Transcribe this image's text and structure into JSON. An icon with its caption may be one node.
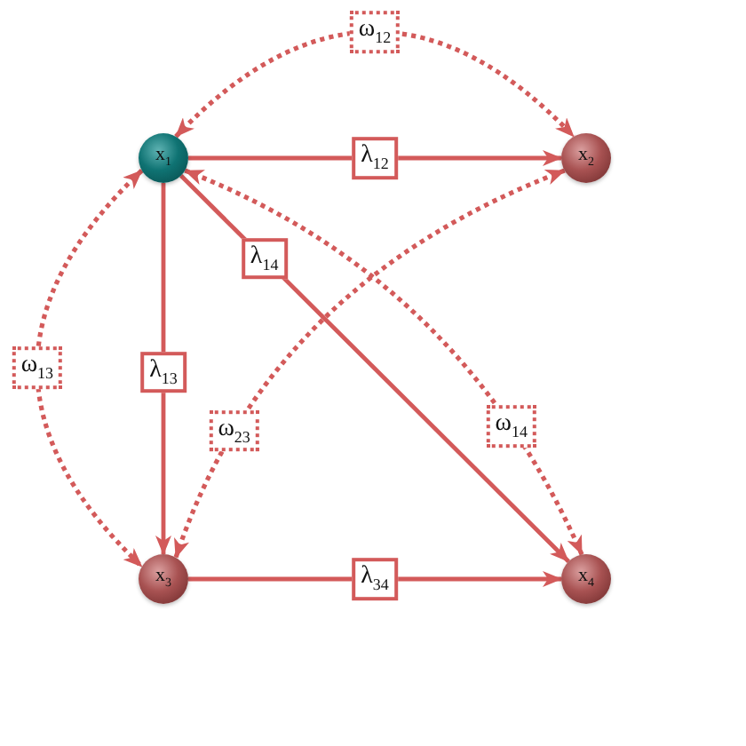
{
  "diagram": {
    "nodes": [
      {
        "text": [
          "x$_{1}$"
        ]
      },
      {
        "text": [
          "x$_{2}$"
        ]
      },
      {
        "text": [
          "x$_{3}$"
        ]
      },
      {
        "text": [
          "x$_{4}$"
        ]
      }
    ],
    "edges": [
      {
        "from": 0,
        "to": 1,
        "arrow": "both",
        "label": "ω$_{12}$",
        "style": "dashed"
      },
      {
        "from": 0,
        "to": 1,
        "arrow": "to",
        "label": "λ$_{12}$"
      },
      {
        "from": 0,
        "to": 3,
        "arrow": "to",
        "label": "λ$_{14}$"
      },
      {
        "from": 0,
        "to": 2,
        "arrow": "both",
        "label": "ω$_{13}$",
        "style": "dashed"
      },
      {
        "from": 0,
        "to": 2,
        "arrow": "to",
        "label": "λ$_{13}$"
      },
      {
        "from": 1,
        "to": 2,
        "arrow": "both",
        "label": "ω$_{23}$",
        "style": "dashed"
      },
      {
        "from": 0,
        "to": 3,
        "arrow": "both",
        "label": "ω$_{14}$",
        "style": "dashed"
      },
      {
        "from": 2,
        "to": 3,
        "arrow": "to",
        "label": "λ$_{34}$"
      }
    ]
  }
}
